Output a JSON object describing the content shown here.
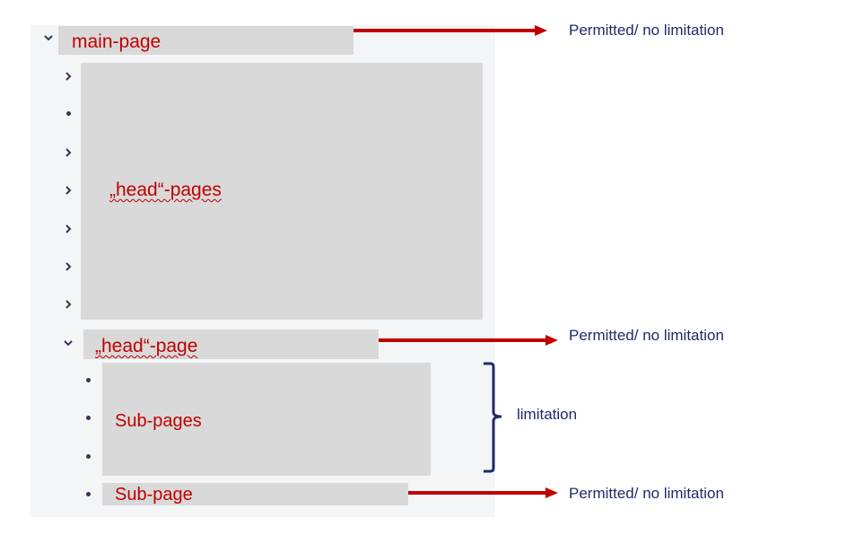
{
  "tree": {
    "main_label": "main-page",
    "head_pages_label": "„head“-pages",
    "head_page_label": "„head“-page",
    "sub_pages_label": "Sub-pages",
    "sub_page_label": "Sub-page"
  },
  "annotations": {
    "main": "Permitted/ no limitation",
    "head": "Permitted/ no limitation",
    "sub": "Permitted/ no limitation",
    "limitation": "limitation"
  },
  "colors": {
    "label_red": "#c00000",
    "arrow_red": "#c00000",
    "annotation_navy": "#1f2b6b",
    "box_gray": "#d9d9d9",
    "panel_bg": "#f4f5f7"
  },
  "icons": [
    "chevron-down-icon",
    "chevron-right-icon",
    "bullet-icon",
    "arrow-right-icon",
    "right-brace-icon"
  ]
}
